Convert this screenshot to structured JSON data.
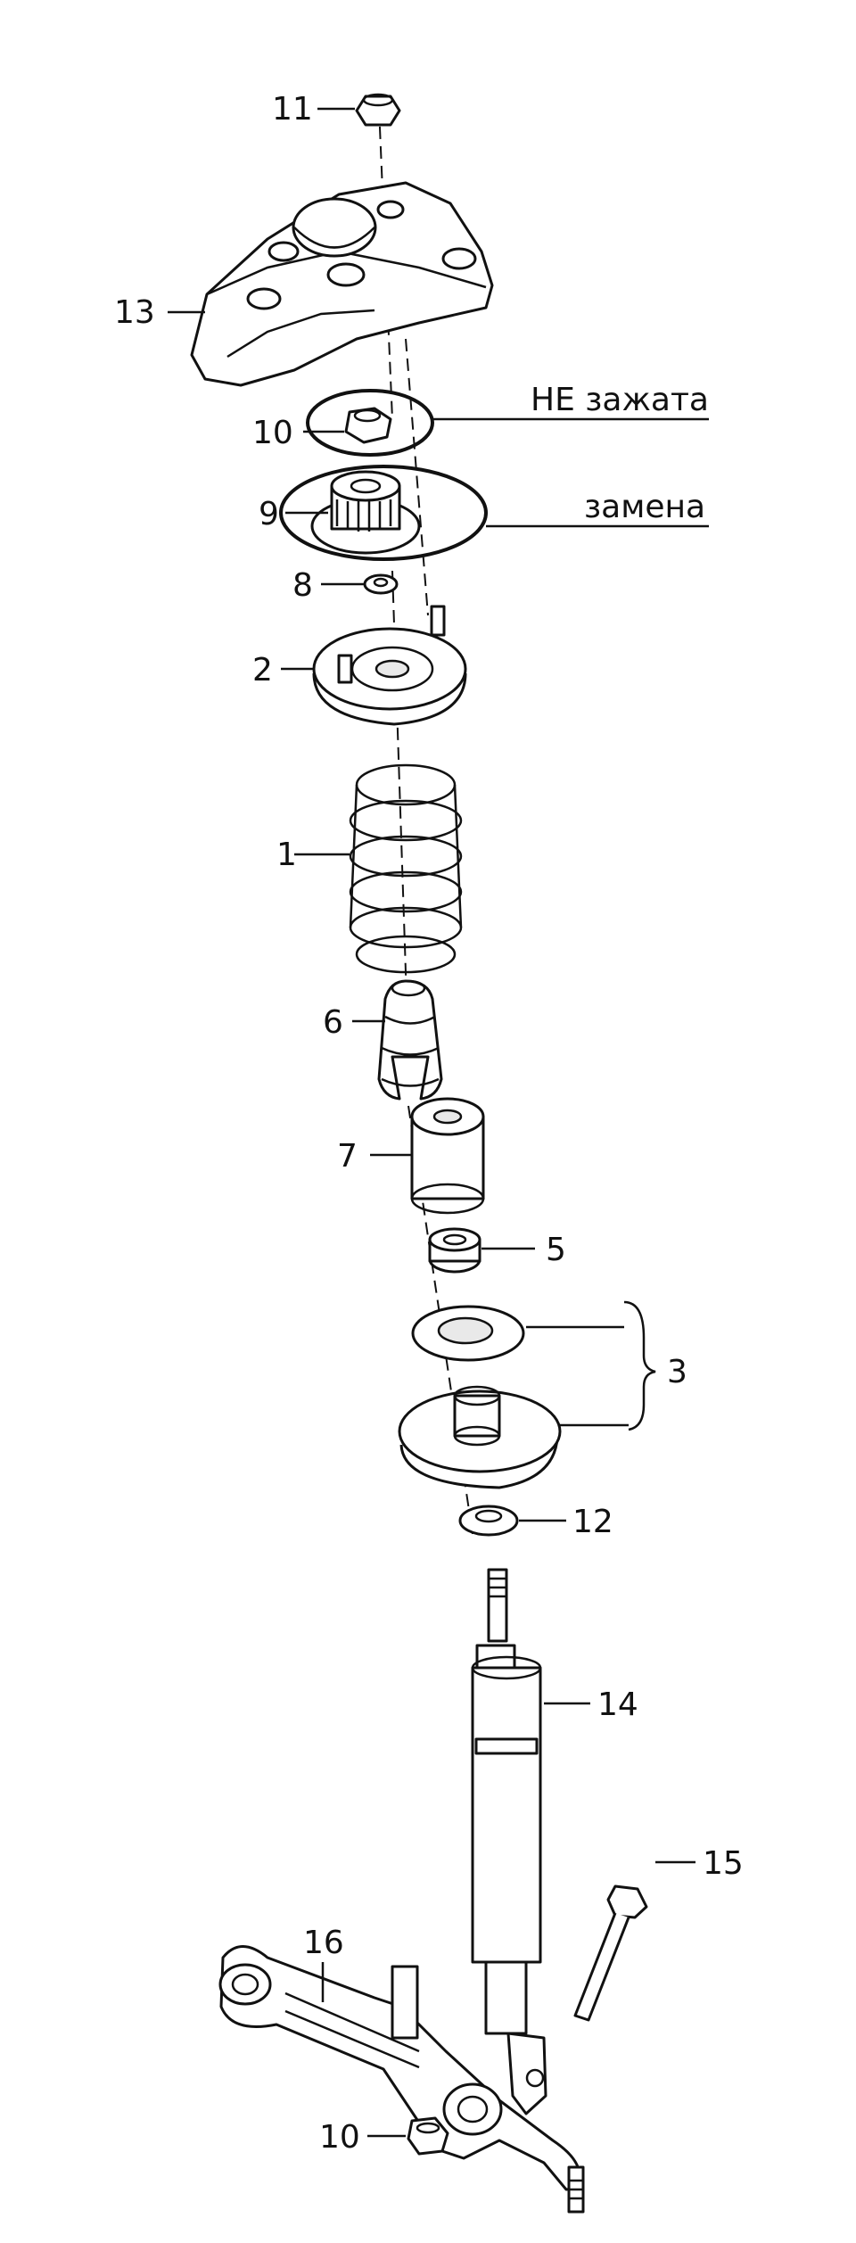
{
  "diagram": {
    "callouts": [
      {
        "id": "11",
        "text": "11"
      },
      {
        "id": "13",
        "text": "13"
      },
      {
        "id": "10a",
        "text": "10"
      },
      {
        "id": "9",
        "text": "9"
      },
      {
        "id": "8",
        "text": "8"
      },
      {
        "id": "2",
        "text": "2"
      },
      {
        "id": "1",
        "text": "1"
      },
      {
        "id": "6",
        "text": "6"
      },
      {
        "id": "7",
        "text": "7"
      },
      {
        "id": "5",
        "text": "5"
      },
      {
        "id": "3",
        "text": "3"
      },
      {
        "id": "12",
        "text": "12"
      },
      {
        "id": "14",
        "text": "14"
      },
      {
        "id": "15",
        "text": "15"
      },
      {
        "id": "16",
        "text": "16"
      },
      {
        "id": "10b",
        "text": "10"
      }
    ],
    "notes": {
      "not_tightened": "НЕ зажата",
      "replace": "замена"
    }
  }
}
